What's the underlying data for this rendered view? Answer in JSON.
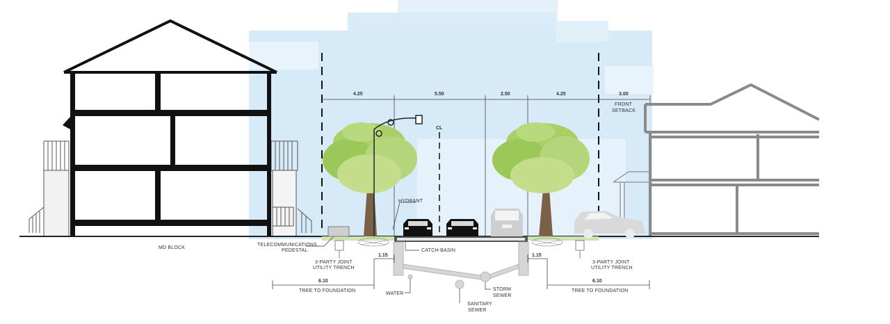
{
  "colors": {
    "sky": "#cfe6f5",
    "sky_light": "#e4f1fa",
    "building": "#111111",
    "building_outline": "#8a8a8a",
    "tree_foliage": "#9cc85a",
    "tree_foliage_light": "#c4dd8a",
    "trunk": "#7a6148",
    "ground": "#2a2a2a",
    "grass": "#cfe3b0",
    "pipe": "#c9c9c9"
  },
  "icons": [
    "house-icon",
    "tree-icon",
    "street-lamp-icon",
    "car-icon",
    "pipe-icon"
  ],
  "dimensions": {
    "boulevard_left": "4.25",
    "travel_lane": "5.50",
    "parking_lane": "2.50",
    "boulevard_right": "4.25",
    "front_setback": "3.00",
    "tree_to_curb_left": "1.15",
    "tree_to_curb_right": "1.15",
    "tree_to_foundation_left": "6.10",
    "tree_to_foundation_right": "6.10"
  },
  "labels": {
    "front_setback_1": "FRONT",
    "front_setback_2": "SETBACK",
    "centerline": "CL",
    "hydrant": "HYDRANT",
    "md_block": "MD BLOCK",
    "telecom_1": "TELECOMMUNICATIONS",
    "telecom_2": "PEDESTAL",
    "catch_basin": "CATCH-BASIN",
    "trench_left_1": "3-PARTY JOINT",
    "trench_left_2": "UTILITY TRENCH",
    "trench_right_1": "3-PARTY JOINT",
    "trench_right_2": "UTILITY TRENCH",
    "tree_to_foundation_left": "TREE TO FOUNDATION",
    "tree_to_foundation_right": "TREE TO FOUNDATION",
    "water": "WATER",
    "storm_sewer_1": "STORM",
    "storm_sewer_2": "SEWER",
    "sanitary_sewer_1": "SANITARY",
    "sanitary_sewer_2": "SEWER"
  }
}
